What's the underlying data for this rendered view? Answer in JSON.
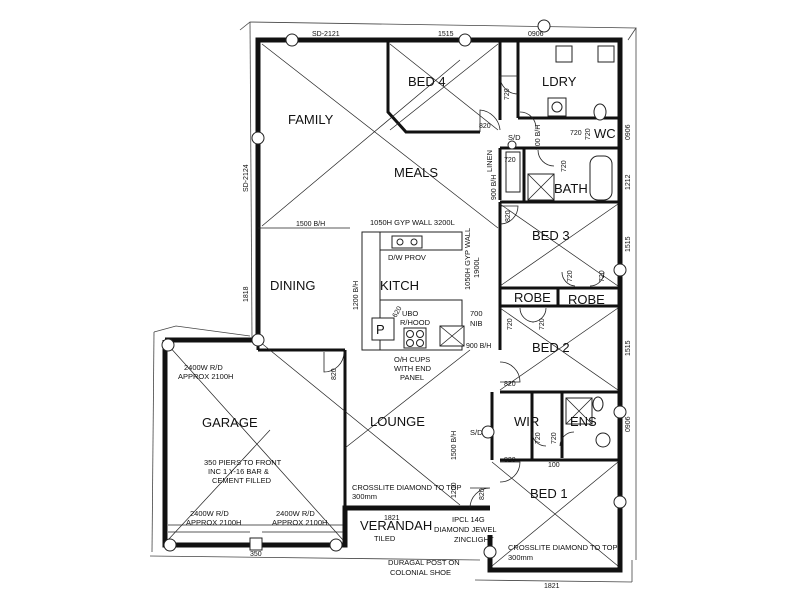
{
  "rooms": {
    "bed4": "BED 4",
    "ldry": "LDRY",
    "family": "FAMILY",
    "meals": "MEALS",
    "linen": "LINEN",
    "wc": "WC",
    "bath": "BATH",
    "bed3": "BED 3",
    "dining": "DINING",
    "kitch": "KITCH",
    "robe_left": "ROBE",
    "robe_right": "ROBE",
    "bed2": "BED 2",
    "garage": "GARAGE",
    "lounge": "LOUNGE",
    "wir": "WIR",
    "ens": "ENS",
    "bed1": "BED 1",
    "verandah": "VERANDAH"
  },
  "notes": {
    "gyp_wall_top": "1050H GYP WALL 3200L",
    "gyp_wall_side_1": "1050H GYP WALL",
    "gyp_wall_side_2": "1900L",
    "dw_prov": "D/W PROV",
    "ubo": "UBO",
    "rhood": "R/HOOD",
    "nib_1": "700",
    "nib_2": "NIB",
    "oh_cups_1": "O/H CUPS",
    "oh_cups_2": "WITH END",
    "oh_cups_3": "PANEL",
    "garage_door_1": "2400W R/D",
    "garage_door_2": "APPROX 2100H",
    "piers_1": "350 PIERS TO FRONT",
    "piers_2": "INC 1 Y-16 BAR &",
    "piers_3": "CEMENT FILLED",
    "front_door_left_1": "2400W R/D",
    "front_door_left_2": "APPROX 2100H",
    "front_door_right_1": "2400W R/D",
    "front_door_right_2": "APPROX 2100H",
    "crosslite_lounge_1": "CROSSLITE DIAMOND TO TOP",
    "crosslite_lounge_2": "300mm",
    "verandah_tiled": "TILED",
    "duragal_1": "DURAGAL POST ON",
    "duragal_2": "COLONIAL SHOE",
    "ipcl_1": "IPCL 14G",
    "ipcl_2": "DIAMOND JEWEL",
    "ipcl_3": "ZINCLIGHT",
    "crosslite_bed1_1": "CROSSLITE DIAMOND TO TOP",
    "crosslite_bed1_2": "300mm",
    "sd_1": "S/D",
    "sd_2": "S/D",
    "p": "P"
  },
  "dims": {
    "sd_2121": "SD-2121",
    "d_1515_top": "1515",
    "d_0906_top": "0906",
    "d_720_bed4": "720",
    "d_820_bed4": "820",
    "d_720_ldry": "720",
    "d_900_bh_a": "900 B/H",
    "d_720_wc": "720",
    "d_0906_right": "0906",
    "d_720_linen": "720",
    "d_900_bh_b": "900 B/H",
    "d_820_bed3": "820",
    "d_720_bath": "720",
    "d_1212": "1212",
    "d_sd_2124": "SD-2124",
    "d_1500_bh_dining": "1500 B/H",
    "d_1515_bed3": "1515",
    "d_720_robe_a": "720",
    "d_720_robe_b": "720",
    "d_1818": "1818",
    "d_1200_bh": "1200 B/H",
    "d_620": "620",
    "d_720_robe_c": "720",
    "d_720_robe_d": "720",
    "d_1515_bed2": "1515",
    "d_900_bh_c": "900 B/H",
    "d_820_garage": "820",
    "d_820_bed2": "820",
    "d_1500_bh_lounge": "1500 B/H",
    "d_720_wir": "720",
    "d_720_ens": "720",
    "d_0906_ens": "0906",
    "d_820_bed1": "820",
    "d_100": "100",
    "d_1200": "1200",
    "d_820_lounge": "820",
    "d_1821_verandah": "1821",
    "d_1821_bed1": "1821",
    "d_350": "350"
  }
}
